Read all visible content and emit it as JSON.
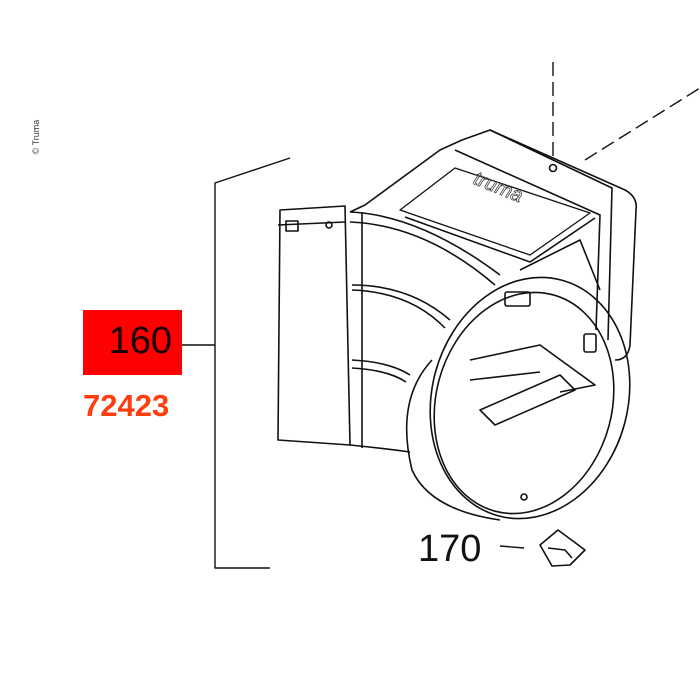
{
  "copyright": "© Truma",
  "callouts": [
    {
      "position": "160",
      "part_number": "72423",
      "highlight_color": "#ff0000",
      "part_number_color": "#ff3d0f"
    },
    {
      "position": "170"
    }
  ],
  "logo_text": "truma"
}
